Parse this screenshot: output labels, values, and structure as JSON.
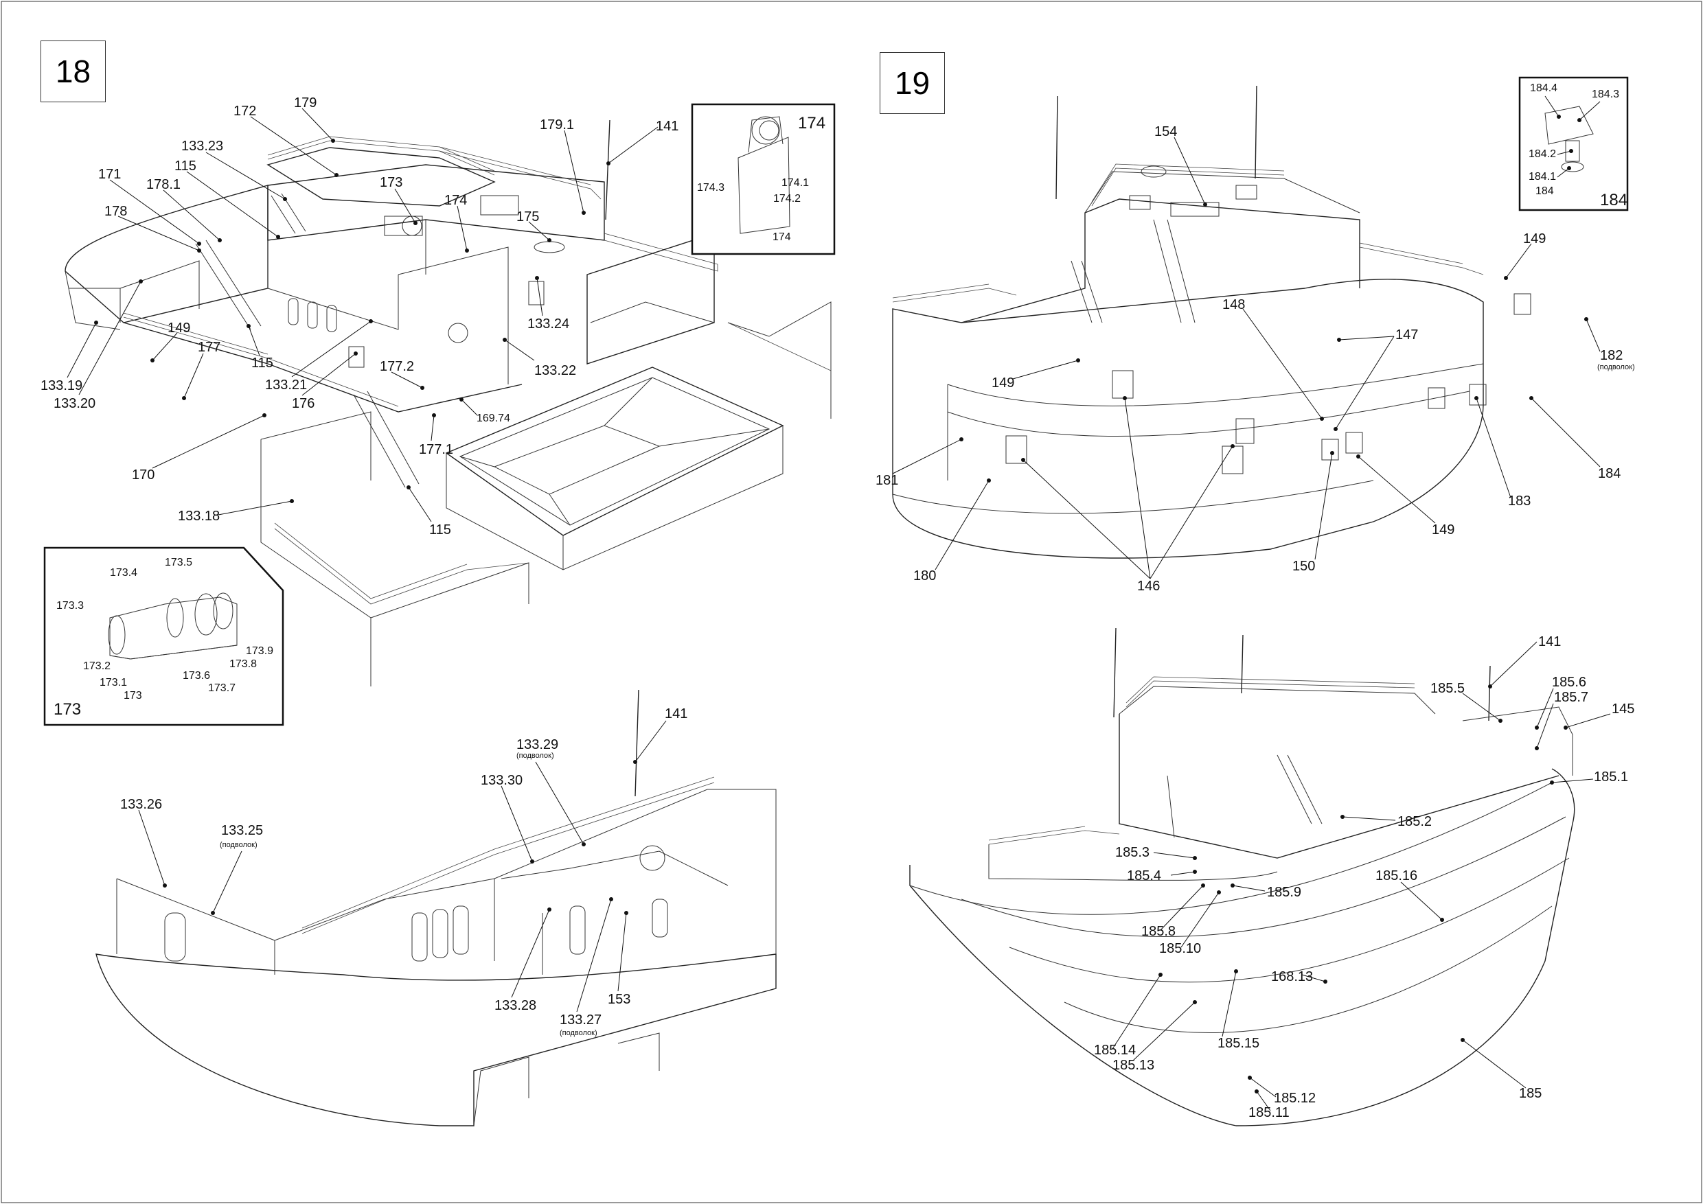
{
  "steps": {
    "step18": "18",
    "step19": "19"
  },
  "insets": {
    "i174": "174",
    "i173": "173",
    "i184": "184"
  },
  "labels": {
    "l179": "179",
    "l172": "172",
    "l13323": "133.23",
    "l115a": "115",
    "l171": "171",
    "l1781": "178.1",
    "l178": "178",
    "l173": "173",
    "l174": "174",
    "l1791": "179.1",
    "l141a": "141",
    "l175": "175",
    "l13324": "133.24",
    "l13322": "133.22",
    "l13319": "133.19",
    "l13320": "133.20",
    "l149a": "149",
    "l177": "177",
    "l115b": "115",
    "l13321": "133.21",
    "l176": "176",
    "l1772": "177.2",
    "l16974": "169.74",
    "l1771": "177.1",
    "l170": "170",
    "l13318": "133.18",
    "l115c": "115",
    "i1743": "174.3",
    "i1741": "174.1",
    "i1742": "174.2",
    "i174b": "174",
    "i1734": "173.4",
    "i1735": "173.5",
    "i1733": "173.3",
    "i1732": "173.2",
    "i1731": "173.1",
    "i173b": "173",
    "i1736": "173.6",
    "i1737": "173.7",
    "i1738": "173.8",
    "i1739": "173.9",
    "l141b": "141",
    "l13329": "133.29",
    "l13329s": "(подволок)",
    "l13330": "133.30",
    "l13326": "133.26",
    "l13325": "133.25",
    "l13325s": "(подволок)",
    "l13328": "133.28",
    "l13327": "133.27",
    "l13327s": "(подволок)",
    "l153": "153",
    "l154": "154",
    "i1844": "184.4",
    "i1843": "184.3",
    "i1842": "184.2",
    "i1841": "184.1",
    "i184b": "184",
    "l149b": "149",
    "l148": "148",
    "l147": "147",
    "l182": "182",
    "l182s": "(подволок)",
    "l149c": "149",
    "l181": "181",
    "l184": "184",
    "l183": "183",
    "l149d": "149",
    "l150": "150",
    "l180": "180",
    "l146": "146",
    "l141c": "141",
    "l1855": "185.5",
    "l1856": "185.6",
    "l1857": "185.7",
    "l145": "145",
    "l1851": "185.1",
    "l1852": "185.2",
    "l1853": "185.3",
    "l1854": "185.4",
    "l1859": "185.9",
    "l18516": "185.16",
    "l1858": "185.8",
    "l18510": "185.10",
    "l16813": "168.13",
    "l18514": "185.14",
    "l18513": "185.13",
    "l18515": "185.15",
    "l18512": "185.12",
    "l18511": "185.11",
    "l185": "185"
  }
}
